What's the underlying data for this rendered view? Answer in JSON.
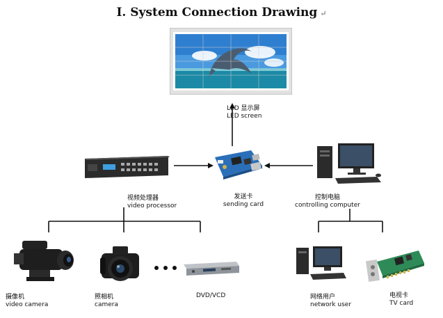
{
  "title": "I. System Connection Drawing",
  "title_mark": "↵",
  "nodes": {
    "led_screen": {
      "label_cn": "LED 显示屏",
      "label_en": "LED screen"
    },
    "video_processor": {
      "label_cn": "视频处理器",
      "label_en": "video processor"
    },
    "sending_card": {
      "label_cn": "发送卡",
      "label_en": "sending card"
    },
    "controlling_computer": {
      "label_cn": "控制电脑",
      "label_en": "controlling computer"
    },
    "video_camera": {
      "label_cn": "摄像机",
      "label_en": "video camera"
    },
    "camera": {
      "label_cn": "照相机",
      "label_en": "camera"
    },
    "dvd_vcd": {
      "label_en": "DVD/VCD"
    },
    "network_user": {
      "label_cn": "网络用户",
      "label_en": "network user"
    },
    "tv_card": {
      "label_cn": "电视卡",
      "label_en": "TV card"
    }
  },
  "colors": {
    "line": "#111111",
    "screen_frame": "#d8d8d8",
    "sky": "#3b8fd9",
    "sea": "#1f8fa8",
    "pcb": "#2e8b57",
    "device": "#2b2b2b"
  }
}
